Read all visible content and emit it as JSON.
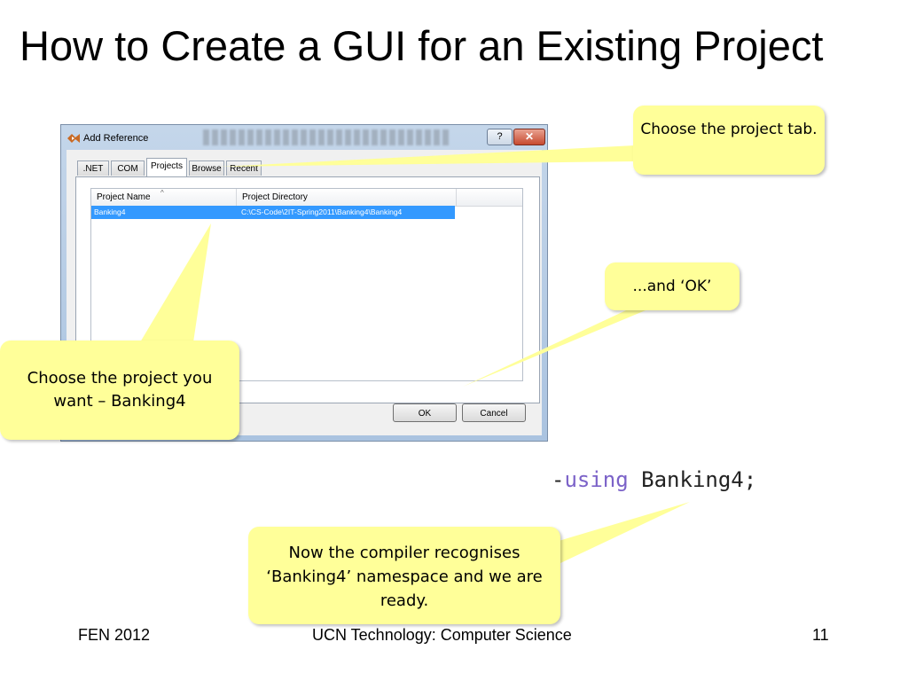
{
  "slide": {
    "title": "How to Create a GUI for an Existing Project"
  },
  "dialog": {
    "title": "Add Reference",
    "help_label": "?",
    "close_label": "✕",
    "tabs": [
      ".NET",
      "COM",
      "Projects",
      "Browse",
      "Recent"
    ],
    "active_tab": "Projects",
    "columns": [
      "Project Name",
      "Project Directory"
    ],
    "rows": [
      {
        "name": "Banking4",
        "directory": "C:\\CS-Code\\2IT-Spring2011\\Banking4\\Banking4",
        "selected": true
      }
    ],
    "ok_label": "OK",
    "cancel_label": "Cancel"
  },
  "callouts": {
    "project_tab": "Choose the project tab.",
    "ok": "...and ‘OK’",
    "choose_project": "Choose the project you want – Banking4",
    "compiler": "Now the compiler recognises ‘Banking4’ namespace and we are ready."
  },
  "code": {
    "prefix": "-",
    "keyword": "using",
    "rest": " Banking4;",
    "keyword_color": "#7b62c8"
  },
  "footer": {
    "left": "FEN 2012",
    "center": "UCN Technology: Computer Science",
    "page": "11"
  },
  "colors": {
    "callout_fill": "#ffff99",
    "selection": "#3399ff"
  }
}
